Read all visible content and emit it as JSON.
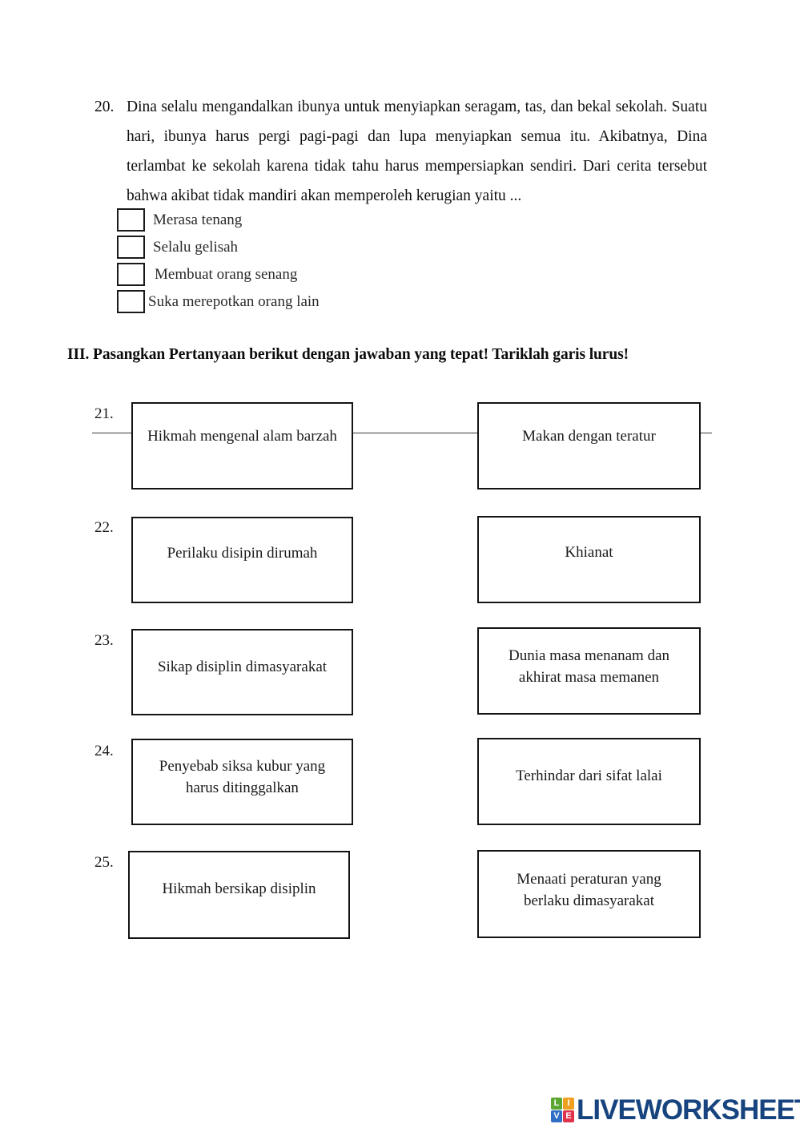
{
  "question20": {
    "number": "20.",
    "text": "Dina selalu mengandalkan ibunya untuk menyiapkan seragam, tas, dan bekal sekolah. Suatu hari, ibunya harus pergi pagi-pagi dan lupa menyiapkan semua itu. Akibatnya, Dina terlambat ke sekolah karena tidak tahu harus mempersiapkan sendiri. Dari cerita tersebut bahwa akibat tidak mandiri akan memperoleh kerugian yaitu ...",
    "options": [
      {
        "label": "Merasa tenang",
        "checked": false
      },
      {
        "label": "Selalu gelisah",
        "checked": false
      },
      {
        "label": "Membuat orang senang",
        "checked": false
      },
      {
        "label": "Suka merepotkan orang lain",
        "checked": false
      }
    ]
  },
  "section": {
    "heading": "III. Pasangkan Pertanyaan berikut dengan jawaban yang tepat! Tariklah garis lurus!"
  },
  "matching": {
    "rows": [
      {
        "number": "21.",
        "left": "Hikmah mengenal alam barzah",
        "right": "Makan dengan teratur",
        "connected": true
      },
      {
        "number": "22.",
        "left": "Perilaku disipin dirumah",
        "right": "Khianat",
        "connected": false
      },
      {
        "number": "23.",
        "left": "Sikap disiplin dimasyarakat",
        "right": "Dunia masa menanam dan\nakhirat masa memanen",
        "connected": false
      },
      {
        "number": "24.",
        "left": "Penyebab siksa kubur yang\nharus  ditinggalkan",
        "right": "Terhindar dari sifat lalai",
        "connected": false
      },
      {
        "number": "25.",
        "left": "Hikmah bersikap disiplin",
        "right": "Menaati peraturan yang\nberlaku dimasyarakat",
        "connected": false
      }
    ]
  },
  "logo": {
    "wordmark": "LIVEWORKSHEETS",
    "tiles": [
      {
        "letter": "L",
        "color": "#5aa832"
      },
      {
        "letter": "I",
        "color": "#f0a020"
      },
      {
        "letter": "V",
        "color": "#2f6fc4"
      },
      {
        "letter": "E",
        "color": "#e0334a"
      }
    ],
    "wordmark_color": "#17447e"
  }
}
